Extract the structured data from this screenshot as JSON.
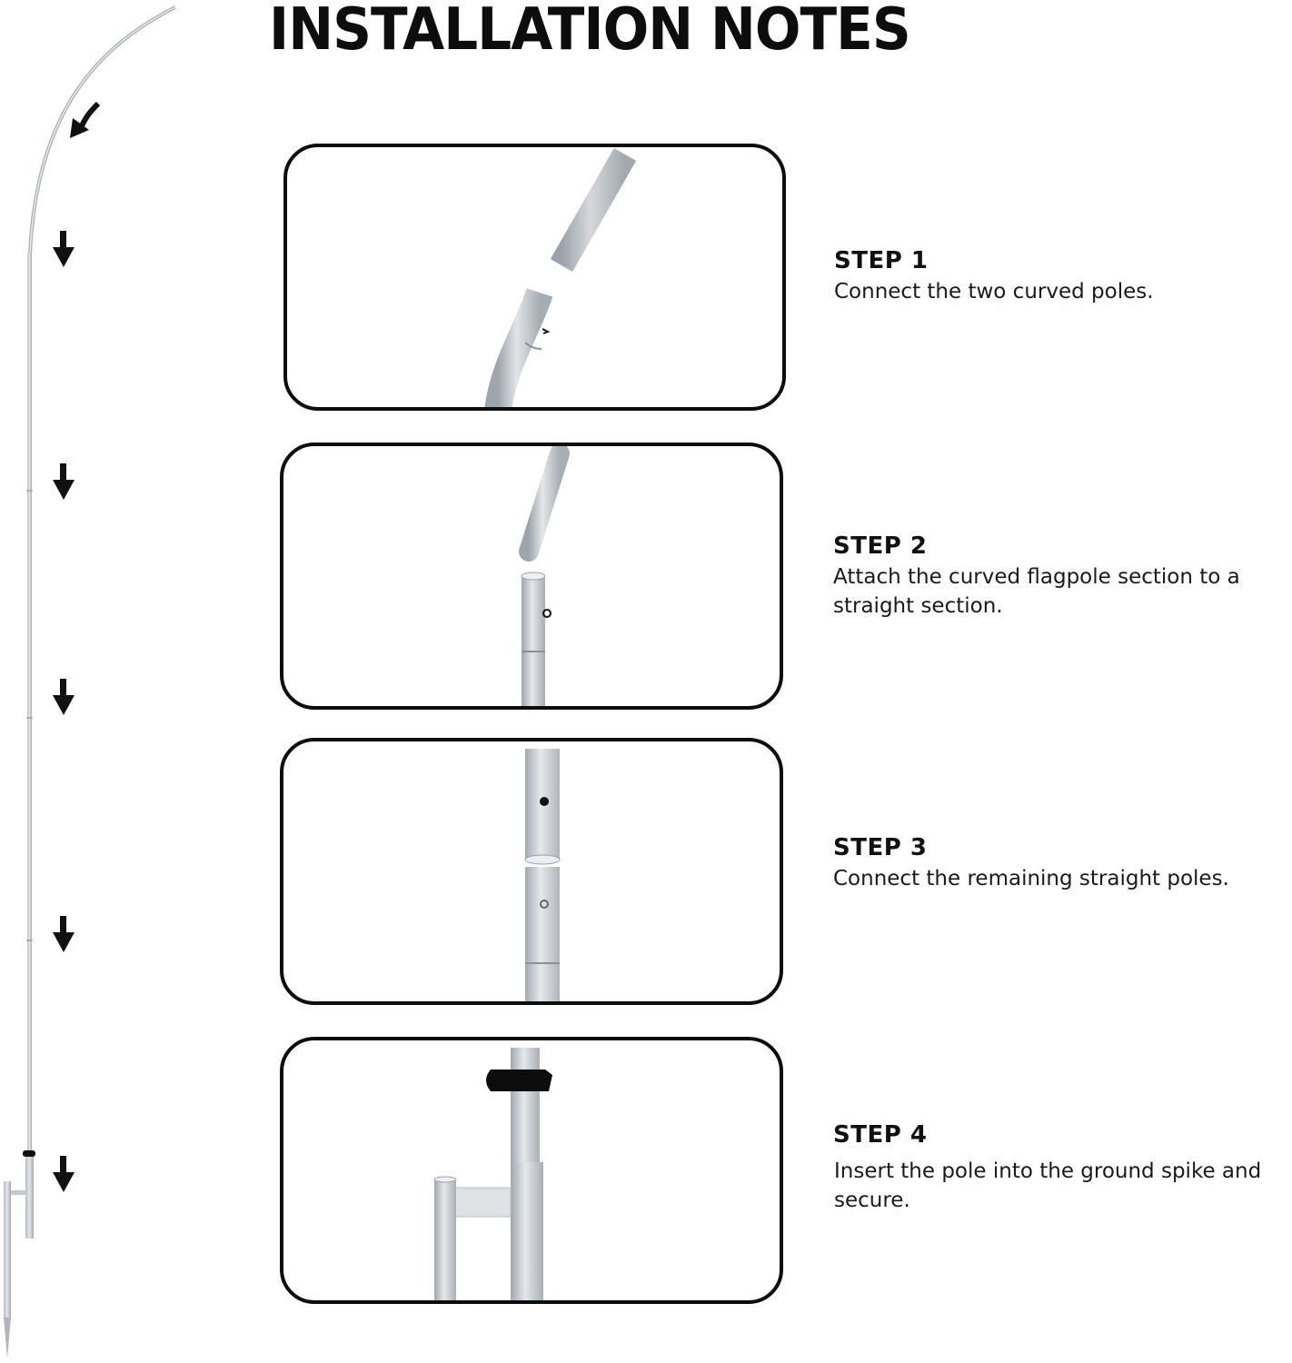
{
  "title": "INSTALLATION NOTES",
  "steps": [
    {
      "label": "STEP 1",
      "text": "Connect the two curved poles."
    },
    {
      "label": "STEP 2",
      "text": "Attach the curved flagpole section to a straight section."
    },
    {
      "label": "STEP 3",
      "text": "Connect the remaining straight poles."
    },
    {
      "label": "STEP 4",
      "text": "Insert the pole into the ground spike and secure."
    }
  ],
  "colors": {
    "border": "#0d0d0d",
    "pole": "#c9ced3",
    "pole_shade": "#9aa1a8",
    "clip": "#0d0d0d"
  },
  "icons": [
    "curved-arrow-icon",
    "down-arrow-icon"
  ]
}
